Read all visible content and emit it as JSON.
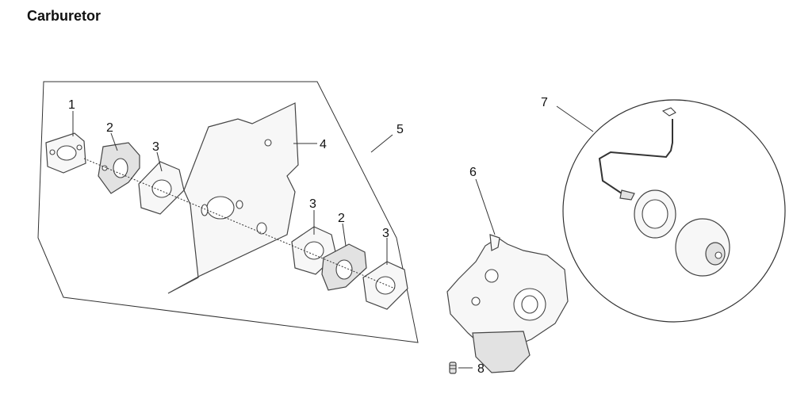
{
  "title": "Carburetor",
  "callouts": {
    "c1": "1",
    "c2a": "2",
    "c3a": "3",
    "c4": "4",
    "c5": "5",
    "c3b": "3",
    "c2b": "2",
    "c3c": "3",
    "c6": "6",
    "c7": "7",
    "c8": "8"
  }
}
